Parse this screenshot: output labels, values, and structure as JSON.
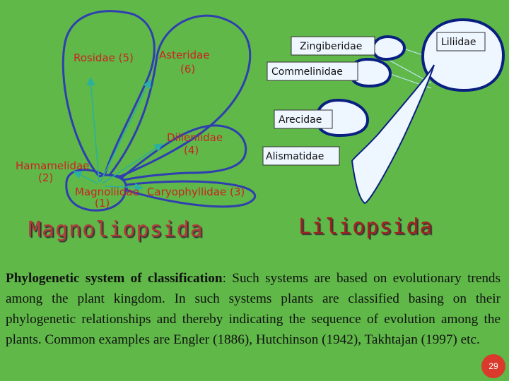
{
  "dicot": {
    "title": "Magnoliopsida",
    "subclasses": {
      "rosidae": "Rosidae (5)",
      "asteridae": "Asteridae",
      "asteridae_num": "(6)",
      "dilleniidae": "Dilleniidae",
      "dilleniidae_num": "(4)",
      "hamamelidae": "Hamamelidae",
      "hamamelidae_num": "(2)",
      "magnoliidae": "Magnoliidae",
      "magnoliidae_num": "(1)",
      "caryophyllidae": "Caryophyllidae (3)"
    }
  },
  "monocot": {
    "title": "Liliopsida",
    "subclasses": {
      "zingiberidae": "Zingiberidae",
      "commelinidae": "Commelinidae",
      "arecidae": "Arecidae",
      "alismatidae": "Alismatidae",
      "liliidae": "Liliidae"
    }
  },
  "description": {
    "term": "Phylogenetic system of classification",
    "body": ": Such systems are based on evolutionary trends among the plant kingdom. In such systems plants are classified basing on their phylogenetic relationships and thereby indicating the sequence of evolution among the plants. Common examples are Engler (1886), Hutchinson (1942), Takhtajan (1997) etc."
  },
  "page_number": "29",
  "colors": {
    "background": "#5fb848",
    "subclass_label_red": "#cc2222",
    "dicot_outline": "#2f3fb0",
    "arrow": "#2ab0a0",
    "monocot_blob": "#0a2080",
    "blob_fill": "#eef6ff",
    "badge": "#d93a2b"
  }
}
